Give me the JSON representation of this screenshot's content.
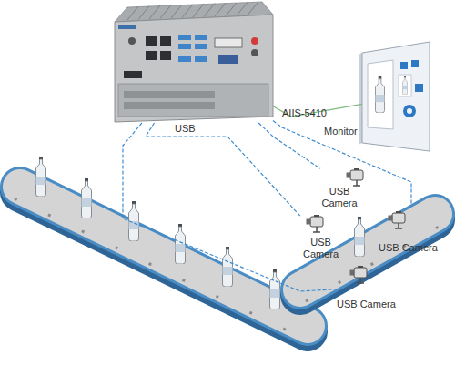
{
  "diagram": {
    "nodes": [
      {
        "text": [
          "AIIS-5410"
        ]
      },
      {
        "text": [
          "Monitor"
        ]
      },
      {
        "text": [
          "USB Camera"
        ]
      },
      {
        "text": [
          "USB Camera"
        ]
      },
      {
        "text": [
          "USB Camera"
        ]
      },
      {
        "text": [
          "USB Camera"
        ]
      }
    ],
    "edges": [
      {
        "from": 0,
        "to": 1,
        "arrow": "none"
      },
      {
        "from": 0,
        "to": 2,
        "arrow": "none"
      },
      {
        "from": 0,
        "to": 3,
        "label": "USB",
        "arrow": "none"
      },
      {
        "from": 0,
        "to": 4,
        "arrow": "none"
      },
      {
        "from": 0,
        "to": 5,
        "arrow": "none"
      }
    ]
  }
}
